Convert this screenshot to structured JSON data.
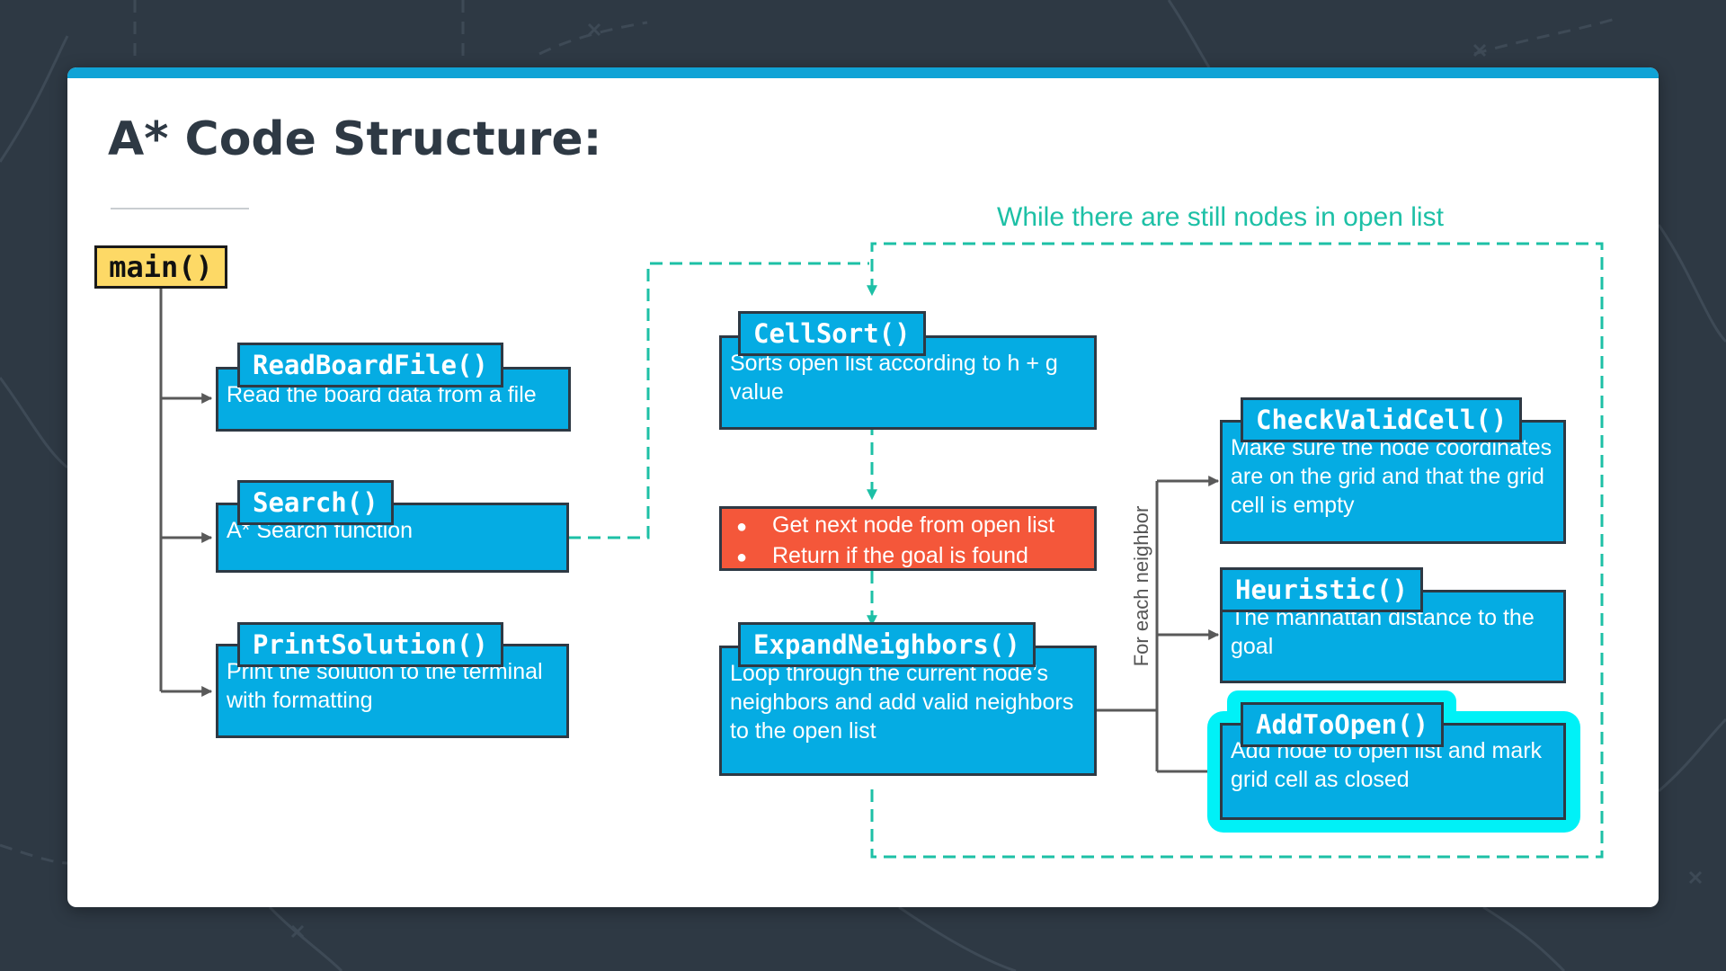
{
  "title": "A* Code Structure:",
  "main_function": "main()",
  "loop_label": "While there are still nodes in open list",
  "neighbor_label": "For each neighbor",
  "functions": {
    "read_board_file": {
      "name": "ReadBoardFile()",
      "description": "Read the board data from a file"
    },
    "search": {
      "name": "Search()",
      "description": "A* Search function"
    },
    "print_solution": {
      "name": "PrintSolution()",
      "description": "Print the solution to the terminal with formatting"
    },
    "cell_sort": {
      "name": "CellSort()",
      "description": "Sorts open list according to h + g value"
    },
    "expand_neighbors": {
      "name": "ExpandNeighbors()",
      "description": "Loop through the current node’s neighbors and add valid neighbors to the open list"
    },
    "check_valid_cell": {
      "name": "CheckValidCell()",
      "description": "Make sure the node coordinates are on the grid and that the grid cell is empty"
    },
    "heuristic": {
      "name": "Heuristic()",
      "description": "The manhattan distance to the goal"
    },
    "add_to_open": {
      "name": "AddToOpen()",
      "description": "Add node to open list and mark grid cell as closed",
      "highlighted": true
    }
  },
  "loop_steps": [
    "Get next node from open list",
    "Return if the goal is found"
  ],
  "colors": {
    "function_box": "#05ace3",
    "main_box": "#fdd966",
    "step_box": "#f4573a",
    "loop_line": "#1dc0a6",
    "highlight": "#00f1f7",
    "outline": "#2e3944",
    "background": "#2e3944"
  }
}
